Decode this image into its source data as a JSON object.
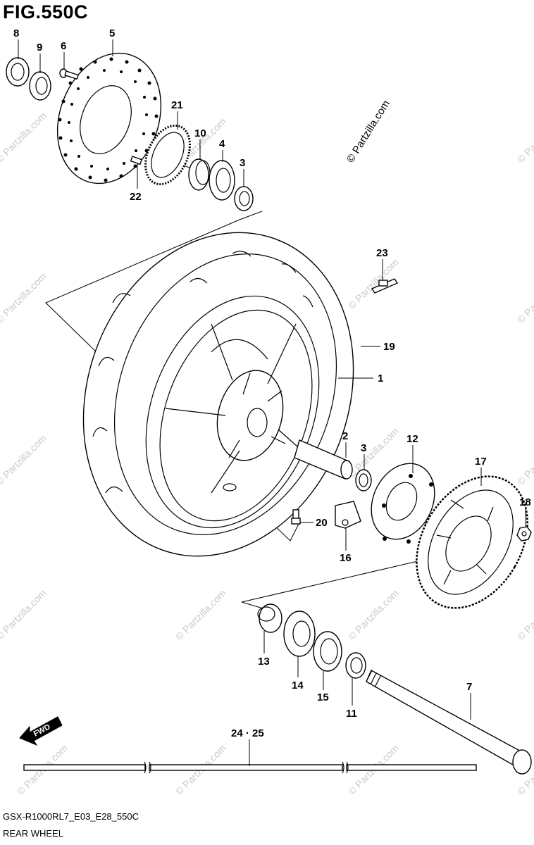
{
  "figure": {
    "title": "FIG.550C",
    "model_code": "GSX-R1000RL7_E03_E28_550C",
    "caption": "REAR WHEEL"
  },
  "watermark": {
    "text": "© Partzilla.com"
  },
  "direction": {
    "label": "FWD"
  },
  "callouts": [
    {
      "id": "c8",
      "text": "8"
    },
    {
      "id": "c9",
      "text": "9"
    },
    {
      "id": "c6",
      "text": "6"
    },
    {
      "id": "c5",
      "text": "5"
    },
    {
      "id": "c21",
      "text": "21"
    },
    {
      "id": "c10",
      "text": "10"
    },
    {
      "id": "c4",
      "text": "4"
    },
    {
      "id": "c3a",
      "text": "3"
    },
    {
      "id": "c22",
      "text": "22"
    },
    {
      "id": "c23",
      "text": "23"
    },
    {
      "id": "c19",
      "text": "19"
    },
    {
      "id": "c1",
      "text": "1"
    },
    {
      "id": "c2",
      "text": "2"
    },
    {
      "id": "c3b",
      "text": "3"
    },
    {
      "id": "c12",
      "text": "12"
    },
    {
      "id": "c17",
      "text": "17"
    },
    {
      "id": "c18",
      "text": "18"
    },
    {
      "id": "c20",
      "text": "20"
    },
    {
      "id": "c16",
      "text": "16"
    },
    {
      "id": "c13",
      "text": "13"
    },
    {
      "id": "c14",
      "text": "14"
    },
    {
      "id": "c15",
      "text": "15"
    },
    {
      "id": "c11",
      "text": "11"
    },
    {
      "id": "c7",
      "text": "7"
    },
    {
      "id": "c2425",
      "text": "24 · 25"
    }
  ]
}
